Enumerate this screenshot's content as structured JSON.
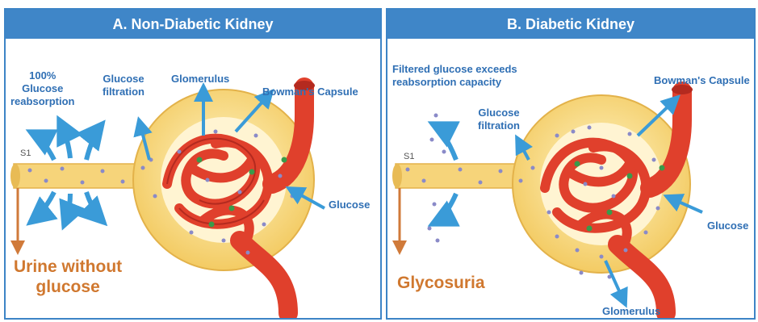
{
  "panel_a": {
    "title": "A. Non-Diabetic Kidney",
    "labels": {
      "reabsorption": "100%\nGlucose\nreabsorption",
      "filtration": "Glucose\nfiltration",
      "glomerulus": "Glomerulus",
      "bowman": "Bowman's Capsule",
      "glucose": "Glucose",
      "s1": "S1"
    },
    "outcome": "Urine without\nglucose"
  },
  "panel_b": {
    "title": "B. Diabetic Kidney",
    "labels": {
      "exceeds": "Filtered glucose exceeds\nreabsorption capacity",
      "filtration": "Glucose\nfiltration",
      "bowman": "Bowman's Capsule",
      "glucose": "Glucose",
      "glomerulus": "Glomerulus",
      "s1": "S1"
    },
    "outcome": "Glycosuria"
  },
  "colors": {
    "header": "#3f86c8",
    "label_blue": "#2f6fb4",
    "arrow_blue": "#3a9bd8",
    "capsule_yellow": "#f6d47a",
    "vessel_red": "#e0402c",
    "outcome_orange": "#d0782f",
    "glucose_dot": "#8a8ac8",
    "green_dot": "#3a9a4a"
  }
}
